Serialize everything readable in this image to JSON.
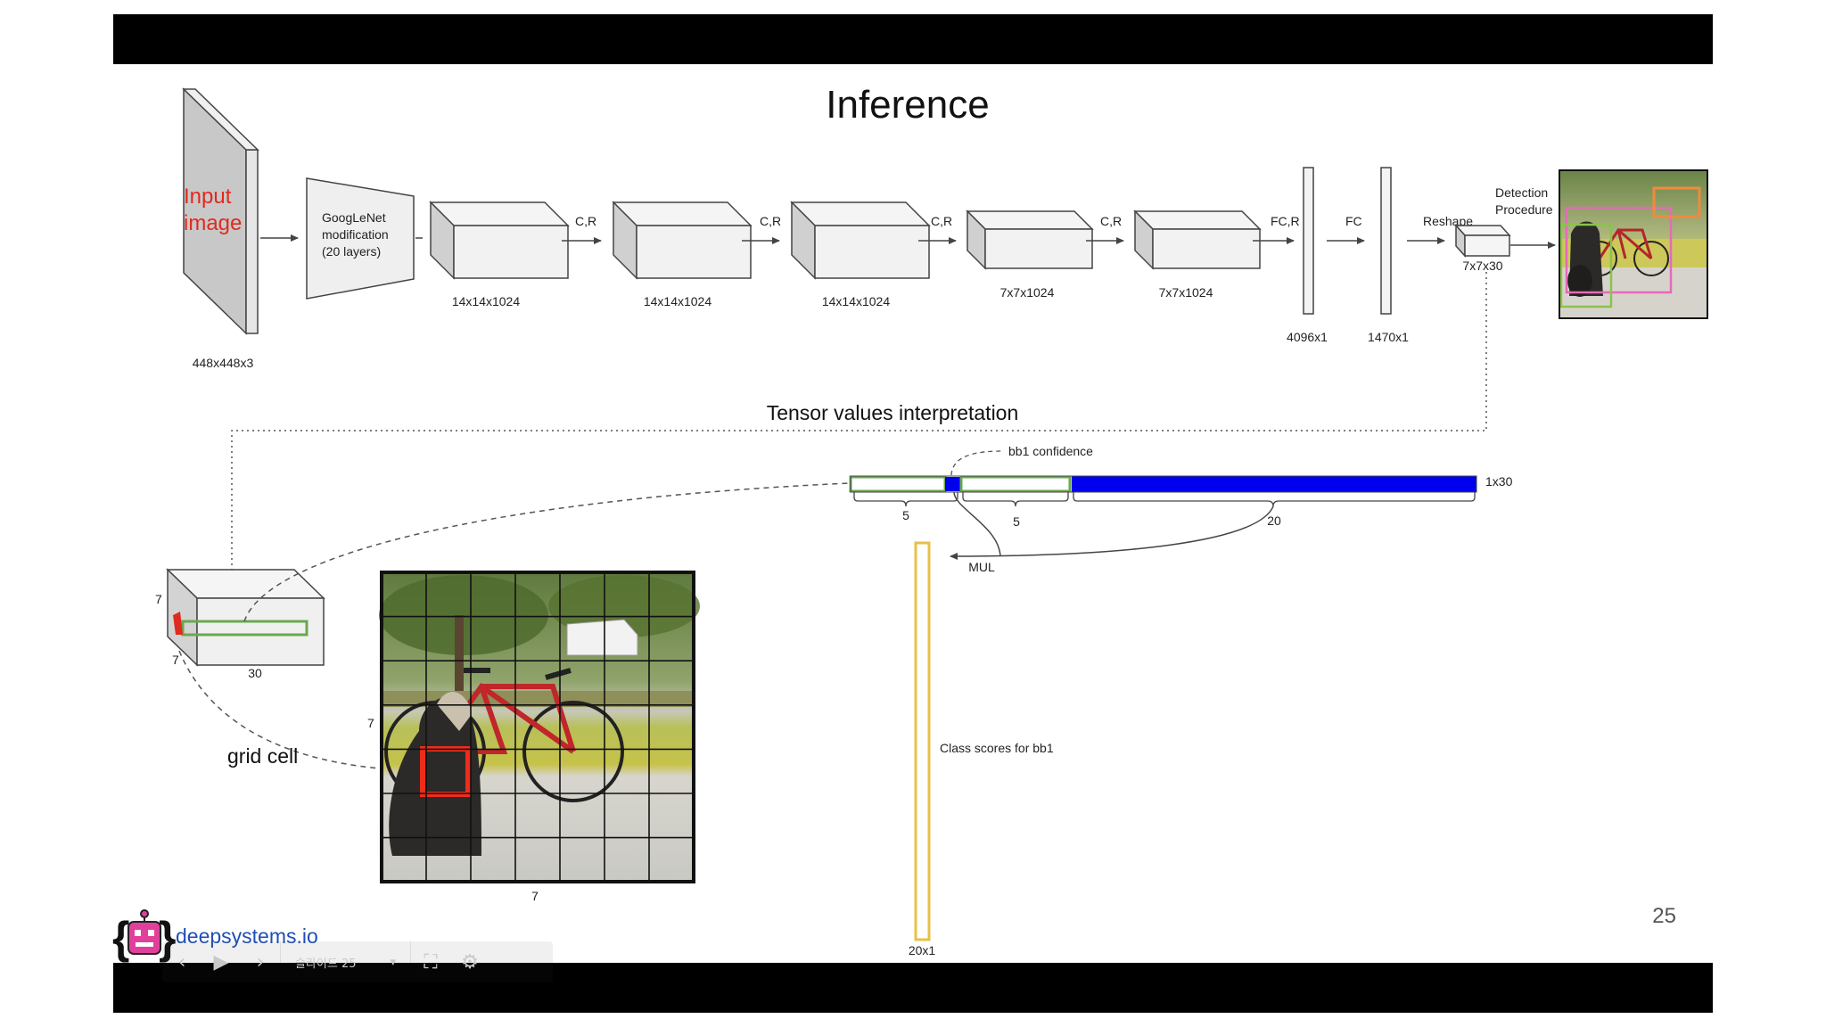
{
  "slide": {
    "title": "Inference",
    "page_number": "25",
    "section_title": "Tensor values interpretation"
  },
  "pipeline": {
    "input_label_line1": "Input",
    "input_label_line2": "image",
    "input_dim": "448x448x3",
    "googlenet_line1": "GoogLeNet",
    "googlenet_line2": "modification",
    "googlenet_line3": "(20 layers)",
    "arrow_labels": [
      "C,R",
      "C,R",
      "C,R",
      "C,R",
      "FC,R",
      "FC",
      "Reshape"
    ],
    "block_dims": [
      "14x14x1024",
      "14x14x1024",
      "14x14x1024",
      "7x7x1024",
      "7x7x1024"
    ],
    "fc1_dim": "4096x1",
    "fc2_dim": "1470x1",
    "output_dim": "7x7x30",
    "detection_line1": "Detection",
    "detection_line2": "Procedure"
  },
  "tensor": {
    "cube_label_7a": "7",
    "cube_label_7b": "7",
    "cube_label_30": "30",
    "grid_cell_label": "grid cell",
    "grid_label_7_left": "7",
    "grid_label_7_bottom": "7",
    "vector_dim": "1x30",
    "bb1_confidence": "bb1 confidence",
    "seg_5a": "5",
    "seg_5b": "5",
    "seg_20": "20",
    "mul_label": "MUL",
    "class_scores": "Class scores for bb1",
    "class_dim": "20x1"
  },
  "branding": {
    "logo_text": "deepsystems.io"
  },
  "player": {
    "slide_select": "슬라이드 25"
  },
  "colors": {
    "red": "#e02a1f",
    "green": "#6aa84f",
    "blue": "#0000ee",
    "gold": "#e8c04a"
  }
}
